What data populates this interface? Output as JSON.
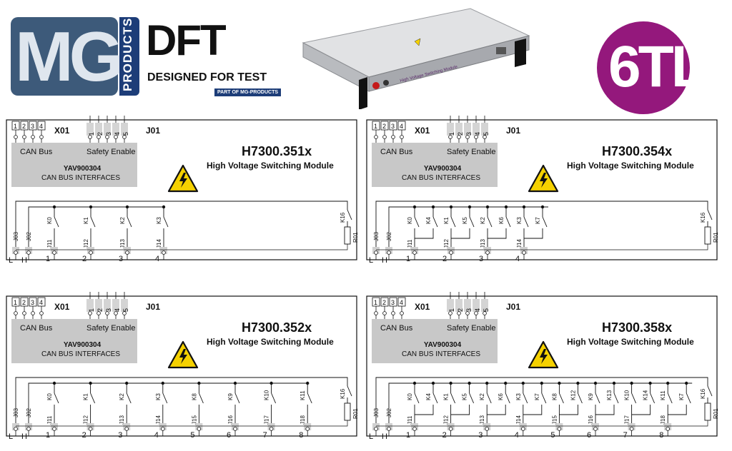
{
  "header": {
    "mg_logo": {
      "letters": "MG",
      "side_text": "PRODUCTS"
    },
    "dft_logo": {
      "letters": "DFT",
      "tagline": "DESIGNED FOR TEST",
      "sub": "PART OF MG-PRODUCTS"
    },
    "tl_logo": {
      "text": "6TL",
      "color": "#94187c"
    },
    "device_label": "High Voltage Switching Module"
  },
  "connectors": {
    "x01": "X01",
    "j01": "J01",
    "can_bus": "CAN Bus",
    "safety_enable": "Safety Enable",
    "interface_code": "YAV900304",
    "interface_name": "CAN BUS INTERFACES",
    "x01_pins": [
      "1",
      "2",
      "3",
      "4"
    ],
    "j01_pins": [
      "1",
      "2",
      "3",
      "4",
      "5"
    ]
  },
  "modules": [
    {
      "model": "H7300.351x",
      "description": "High Voltage Switching Module",
      "channels": 4,
      "variant": "single"
    },
    {
      "model": "H7300.354x",
      "description": "High Voltage Switching Module",
      "channels": 4,
      "variant": "double"
    },
    {
      "model": "H7300.352x",
      "description": "High Voltage Switching Module",
      "channels": 8,
      "variant": "single"
    },
    {
      "model": "H7300.358x",
      "description": "High Voltage Switching Module",
      "channels": 8,
      "variant": "double"
    }
  ],
  "common_labels": {
    "j03": "J03",
    "j02": "J02",
    "l": "L",
    "h": "H",
    "k16": "K16",
    "r01": "R01"
  },
  "relays_a": [
    "K0",
    "K1",
    "K2",
    "K3",
    "K8",
    "K9",
    "K10",
    "K11"
  ],
  "relays_b": [
    "K4",
    "K5",
    "K6",
    "K7",
    "K12",
    "K13",
    "K14",
    "K7"
  ],
  "jacks": [
    "J11",
    "J12",
    "J13",
    "J14",
    "J15",
    "J16",
    "J17",
    "J18"
  ],
  "outputs": [
    "1",
    "2",
    "3",
    "4",
    "5",
    "6",
    "7",
    "8"
  ],
  "colors": {
    "panel_gray": "#c8c8c8",
    "warning_yellow": "#f5d100",
    "brand_navy": "#1d3d78"
  }
}
